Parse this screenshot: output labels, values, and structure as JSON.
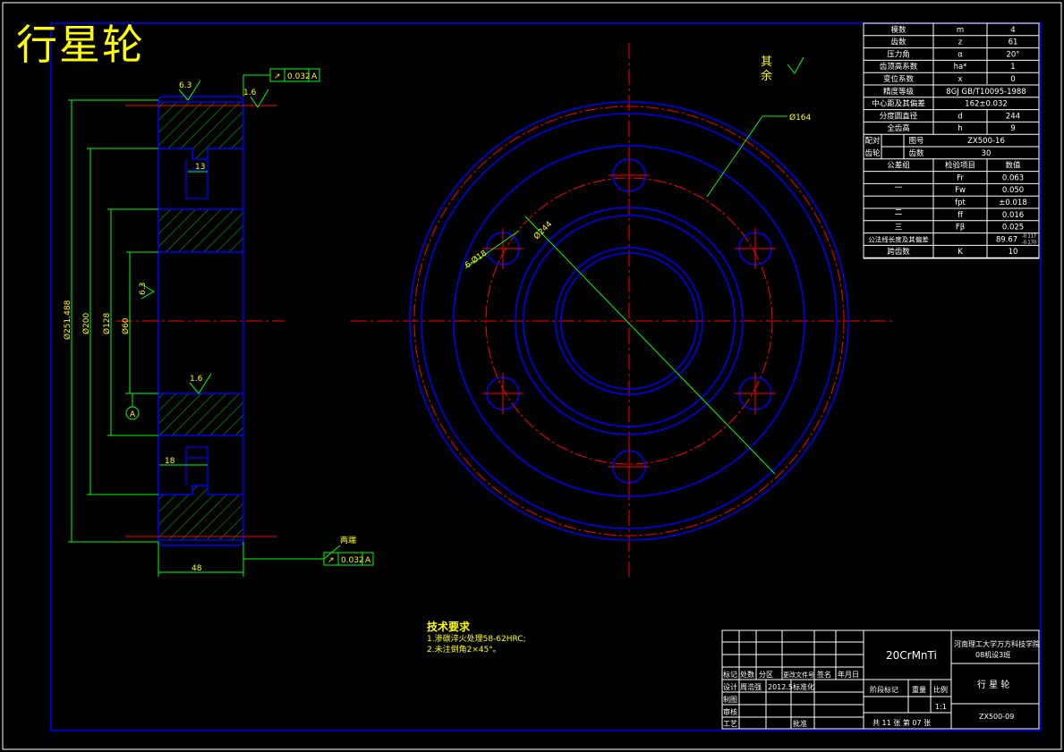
{
  "title": "行星轮",
  "roughness_remainder": {
    "label": "其余"
  },
  "tech_requirements": {
    "heading": "技术要求",
    "items": [
      "1.渗碳淬火处理58-62HRC;",
      "2.未注倒角2×45°。"
    ]
  },
  "section_view": {
    "dims": {
      "outer_dia": "Ø251.488",
      "root_dia": "Ø200",
      "hub_dia": "Ø128",
      "bore_dia": "Ø60",
      "width": "48",
      "groove_top": "13",
      "groove_bottom": "18"
    },
    "roughness": [
      "6.3",
      "1.6",
      "6.3",
      "1.6"
    ],
    "datum": "A",
    "runout_top": [
      "↗",
      "0.032",
      "A"
    ],
    "runout_bottom": [
      "↗",
      "0.032",
      "A"
    ],
    "end_face_label": "两端"
  },
  "front_view": {
    "dims": {
      "pitch_circle": "Ø164",
      "holes": "6-Ø18",
      "hole_circle": "Ø244"
    }
  },
  "param_table": {
    "rows": [
      [
        "模数",
        "m",
        "4"
      ],
      [
        "齿数",
        "z",
        "61"
      ],
      [
        "压力角",
        "α",
        "20°"
      ],
      [
        "齿顶高系数",
        "ha*",
        "1"
      ],
      [
        "变位系数",
        "x",
        "0"
      ],
      [
        "精度等级",
        "8GJ GB/T10095-1988",
        ""
      ],
      [
        "中心距及其偏差",
        "162±0.032",
        ""
      ],
      [
        "分度圆直径",
        "d",
        "244"
      ],
      [
        "全齿高",
        "h",
        "9"
      ]
    ],
    "mesh_label_1": "配对",
    "mesh_label_2": "齿轮",
    "mesh_rows": [
      [
        "图号",
        "ZX500-16"
      ],
      [
        "齿数",
        "30"
      ]
    ],
    "tol_header": [
      "公差组",
      "检验项目",
      "数值"
    ],
    "tol_rows": [
      [
        "Fr",
        "0.063"
      ],
      [
        "Fw",
        "0.050"
      ],
      [
        "fpt",
        "±0.018"
      ],
      [
        "ff",
        "0.016"
      ],
      [
        "Fβ",
        "0.025"
      ]
    ],
    "tol_groups": [
      "一",
      "二",
      "三"
    ],
    "span_row": [
      "公法线长度及其偏差",
      "89.67",
      "-0.170"
    ],
    "span_tol_top": "-0.117",
    "span_count_row": [
      "跨齿数",
      "K",
      "10"
    ]
  },
  "title_block": {
    "material": "20CrMnTi",
    "org": "河南理工大学万方科技学院",
    "class": "08机设3班",
    "part_name": "行 星 轮",
    "drawing_no": "ZX500-09",
    "scale": "1:1",
    "sheet": "共 11 张  第 07 张",
    "header_row": [
      "标记",
      "处数",
      "分区",
      "更改文件号",
      "签名",
      "年月日"
    ],
    "design_row": [
      "设计",
      "周浩强",
      "2012.5",
      "标准化"
    ],
    "rows": [
      "制图",
      "审核",
      "工艺"
    ],
    "approve": "批准",
    "stage": "阶段标记",
    "weight": "重量",
    "ratio": "比例"
  },
  "colors": {
    "background": "#000000",
    "outline": "#0000ff",
    "center_line": "#ff0000",
    "dimension": "#00ff00",
    "text": "#ffff00",
    "table_text": "#ffffff",
    "hatch": "#00aa00"
  }
}
